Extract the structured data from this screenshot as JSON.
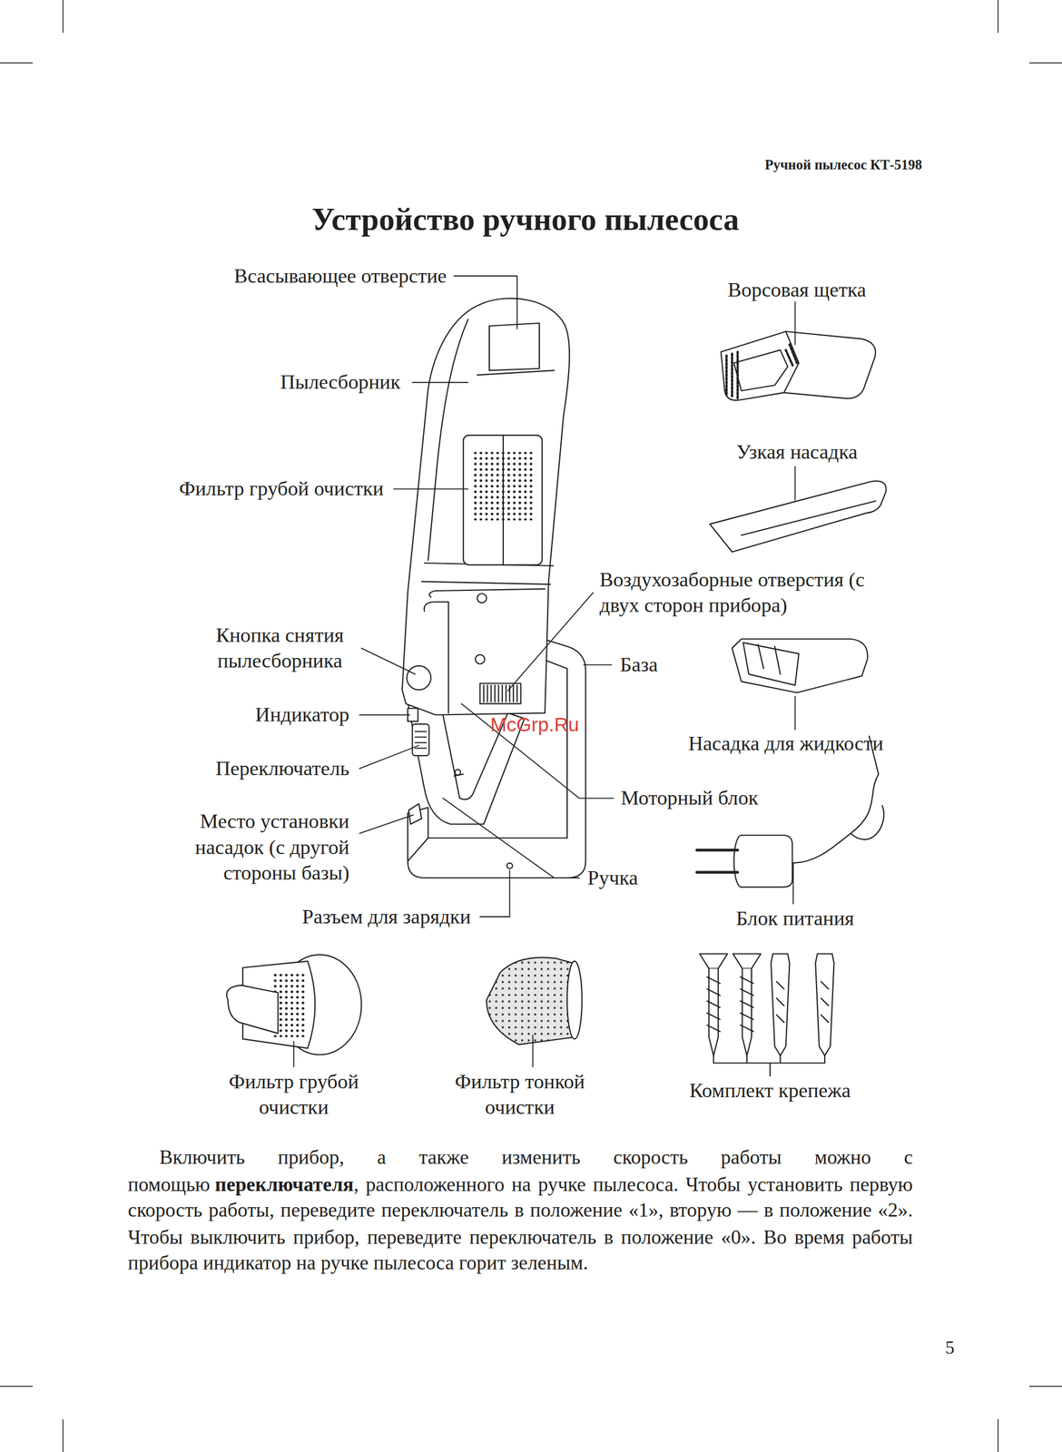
{
  "diagram": {
    "title": "Устройство ручного пылесоса",
    "labels": [
      "Ручной пылесос КТ-5198",
      "Всасывающее отверстие",
      "Пылесборник",
      "Фильтр грубой очистки",
      "Кнопка снятия пылесборника",
      "Индикатор",
      "Переключатель",
      "Место установки насадок (с другой стороны базы)",
      "Разъем для зарядки",
      "Воздухозаборные отверстия (с двух сторон прибора)",
      "База",
      "Моторный блок",
      "Ручка",
      "Ворсовая щетка",
      "Узкая насадка",
      "Насадка для жидкости",
      "Блок питания",
      "Фильтр грубой очистки",
      "Фильтр тонкой очистки",
      "Комплект крепежа",
      "McGrp.Ru",
      "Включить прибор, а также изменить скорость работы можно с помощью",
      "переключателя",
      ", расположенного на ручке пылесоса. Чтобы установить первую скорость работы, переведите переключатель в положение «1», вторую — в положение «2». Чтобы выключить прибор, переведите переключатель в положение «0». Во время работы прибора индикатор на ручке пылесоса горит зеленым.",
      "5"
    ]
  }
}
